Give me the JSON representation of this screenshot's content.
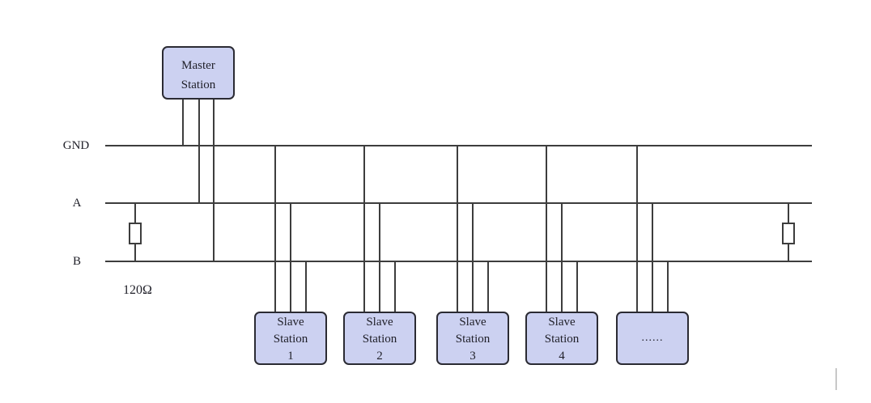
{
  "bus": {
    "gnd_label": "GND",
    "a_label": "A",
    "b_label": "B"
  },
  "termination": {
    "resistance_label": "120Ω"
  },
  "master": {
    "line1": "Master",
    "line2": "Station"
  },
  "slaves": [
    {
      "line1": "Slave",
      "line2": "Station",
      "line3": "1"
    },
    {
      "line1": "Slave",
      "line2": "Station",
      "line3": "2"
    },
    {
      "line1": "Slave",
      "line2": "Station",
      "line3": "3"
    },
    {
      "line1": "Slave",
      "line2": "Station",
      "line3": "4"
    }
  ],
  "ellipsis_box": {
    "label": "......"
  },
  "colors": {
    "box_fill": "#ccd1f1",
    "box_border": "#2b2b33",
    "line": "#3d3d3d",
    "text": "#1f1f28",
    "artifact": "#c8c8c8"
  }
}
